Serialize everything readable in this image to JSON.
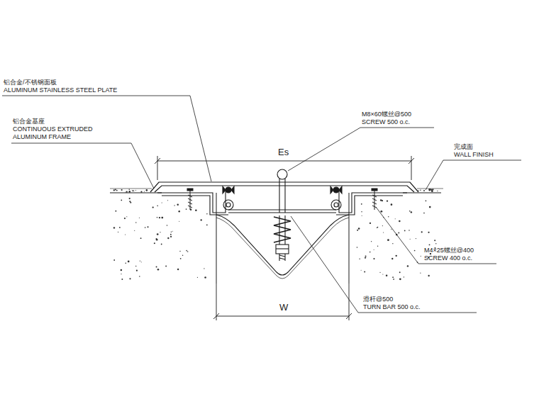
{
  "diagram": {
    "labels": [
      "铝合金/不锈钢面板",
      "ALUMINUM STAINLESS STEEL PLATE",
      "铝合金基座",
      "CONTINUOUS EXTRUDED ALUMINUM FRAME",
      "M8×60螺丝@500",
      "SCREW 500 o.c.",
      "完成面",
      "WALL FINISH",
      "Es",
      "M4×25螺丝@400",
      "SCREW 400 o.c.",
      "滑杆@500",
      "TURN BAR 500 o.c.",
      "W"
    ]
  }
}
